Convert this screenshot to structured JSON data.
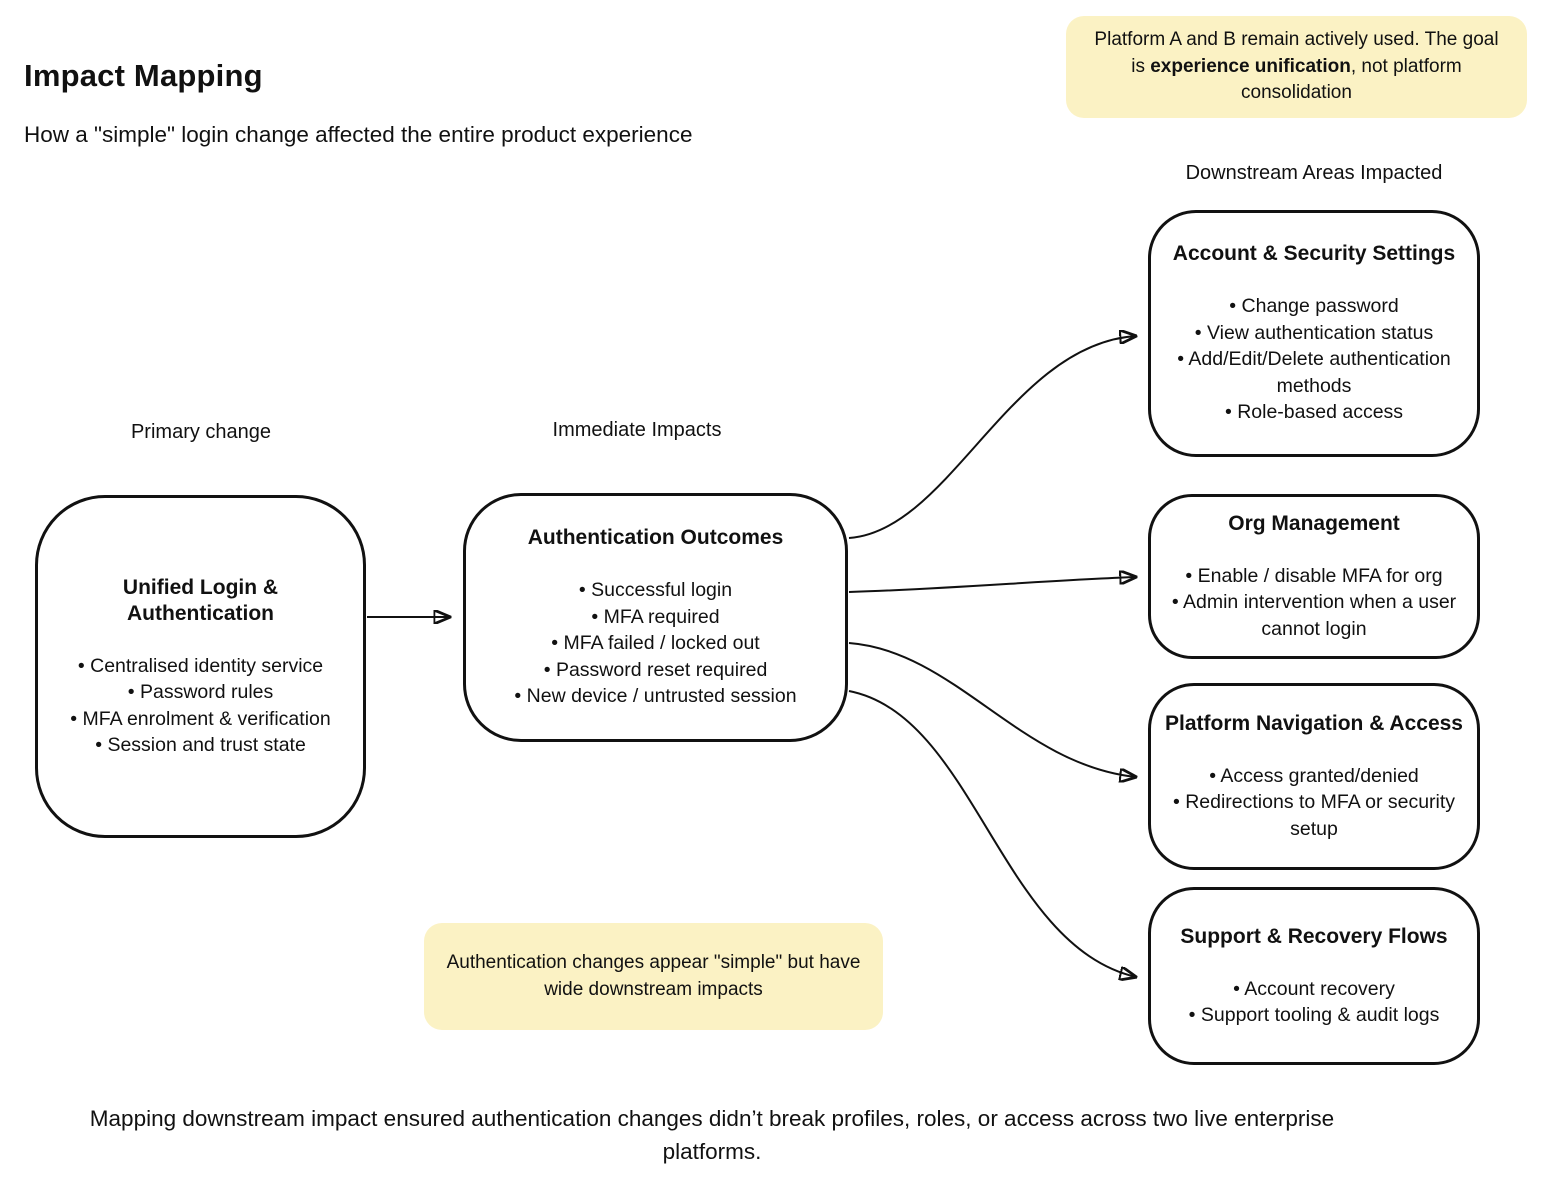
{
  "title": "Impact Mapping",
  "subtitle": "How a \"simple\" login change affected the entire product experience",
  "colors": {
    "note_background": "#FBF2C4",
    "stroke": "#111111",
    "background": "#FFFFFF"
  },
  "column_labels": {
    "primary": "Primary change",
    "immediate": "Immediate Impacts",
    "downstream": "Downstream Areas Impacted"
  },
  "notes": {
    "top": {
      "pre": "Platform A and B remain actively used. The goal is ",
      "bold": "experience unification",
      "post": ", not platform consolidation"
    },
    "bottom": "Authentication changes appear \"simple\" but have wide downstream impacts"
  },
  "nodes": {
    "primary": {
      "title": "Unified Login & Authentication",
      "bullets": [
        "Centralised identity service",
        "Password rules",
        "MFA enrolment & verification",
        "Session and trust state"
      ]
    },
    "immediate": {
      "title": "Authentication Outcomes",
      "bullets": [
        "Successful login",
        "MFA required",
        "MFA failed / locked out",
        "Password reset required",
        "New device / untrusted session"
      ]
    },
    "downstream": [
      {
        "title": "Account & Security Settings",
        "bullets": [
          "Change password",
          "View authentication status",
          "Add/Edit/Delete authentication methods",
          "Role-based access"
        ]
      },
      {
        "title": "Org Management",
        "bullets": [
          "Enable / disable MFA for org",
          "Admin intervention when a user cannot login"
        ]
      },
      {
        "title": "Platform Navigation & Access",
        "bullets": [
          "Access granted/denied",
          "Redirections to MFA or security setup"
        ]
      },
      {
        "title": "Support & Recovery Flows",
        "bullets": [
          "Account recovery",
          "Support tooling & audit logs"
        ]
      }
    ]
  },
  "caption": "Mapping downstream impact ensured authentication changes didn’t break profiles, roles, or access across two live enterprise platforms."
}
